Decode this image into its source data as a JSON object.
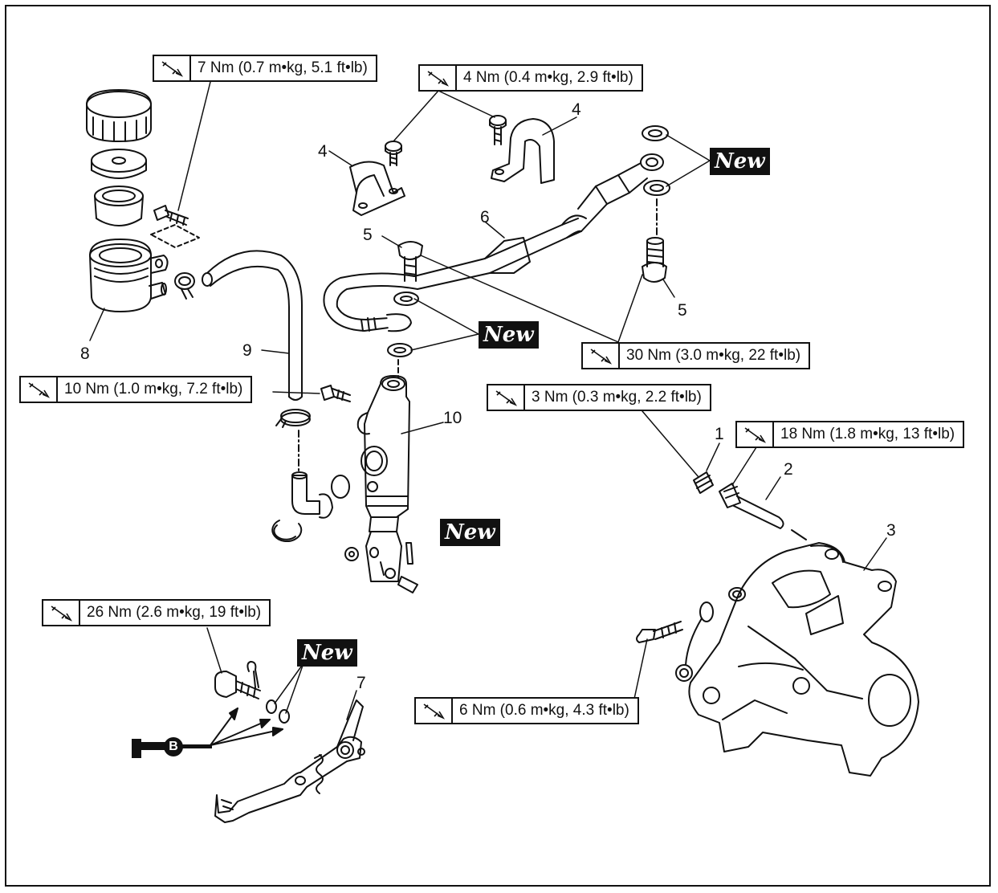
{
  "torque_specs": [
    {
      "id": "t1",
      "text": "7 Nm (0.7 m•kg, 5.1 ft•lb)"
    },
    {
      "id": "t2",
      "text": "4 Nm (0.4 m•kg, 2.9 ft•lb)"
    },
    {
      "id": "t3",
      "text": "30 Nm (3.0 m•kg, 22 ft•lb)"
    },
    {
      "id": "t4",
      "text": "10 Nm (1.0 m•kg, 7.2 ft•lb)"
    },
    {
      "id": "t5",
      "text": "3 Nm (0.3 m•kg, 2.2 ft•lb)"
    },
    {
      "id": "t6",
      "text": "18 Nm (1.8 m•kg, 13 ft•lb)"
    },
    {
      "id": "t7",
      "text": "26 Nm (2.6 m•kg, 19 ft•lb)"
    },
    {
      "id": "t8",
      "text": "6 Nm (0.6 m•kg, 4.3 ft•lb)"
    }
  ],
  "new_label": "New",
  "part_numbers": [
    "1",
    "2",
    "3",
    "4",
    "4",
    "5",
    "5",
    "6",
    "7",
    "8",
    "9",
    "10"
  ],
  "grease_symbol": "B",
  "icons": {
    "torque": "torque-wrench-icon",
    "grease": "grease-gun-icon"
  }
}
